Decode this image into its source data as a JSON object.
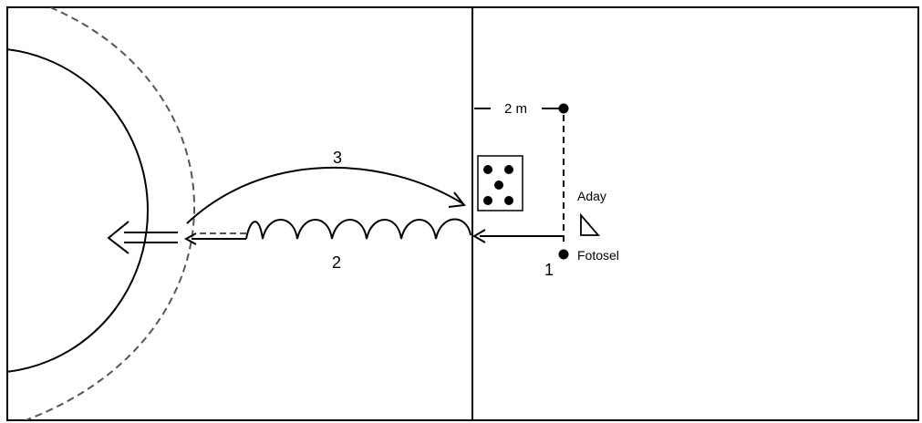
{
  "diagram": {
    "labels": {
      "distance": "2 m",
      "candidate": "Aday",
      "photocell": "Fotosel",
      "step_start": "1",
      "step_zigzag": "2",
      "step_arc": "3"
    },
    "colors": {
      "ink": "#000000",
      "dashed": "#555555",
      "background": "#ffffff"
    },
    "icons": {
      "candidate_marker": "right-triangle-icon",
      "ball_box": "dice-five-icon",
      "photocell_marker": "dot-icon"
    }
  }
}
